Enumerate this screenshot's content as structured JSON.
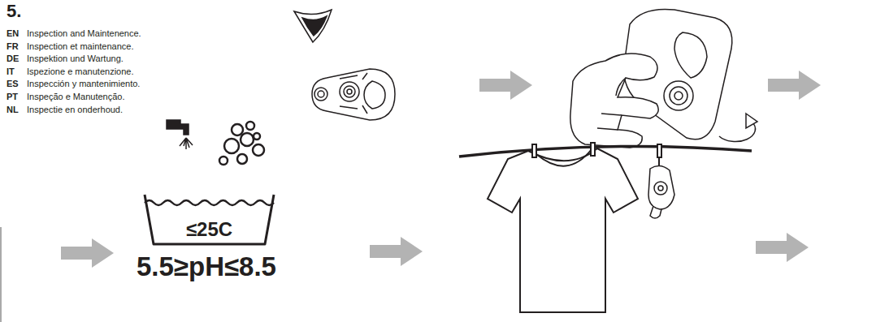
{
  "diagram": {
    "title": "5.",
    "nodes": [
      {
        "text": [
          "≤25C"
        ]
      }
    ],
    "labels": [
      "EN",
      "Inspection and Maintenence.",
      "FR",
      "Inspection et maintenance.",
      "DE",
      "Inspektion und Wartung.",
      "IT",
      "Ispezione e manutenzione.",
      "ES",
      "Inspección y mantenimiento.",
      "PT",
      "Inspeção e Manutenção.",
      "NL",
      "Inspectie en onderhoud.",
      "5.5≥pH≤8.5"
    ]
  }
}
